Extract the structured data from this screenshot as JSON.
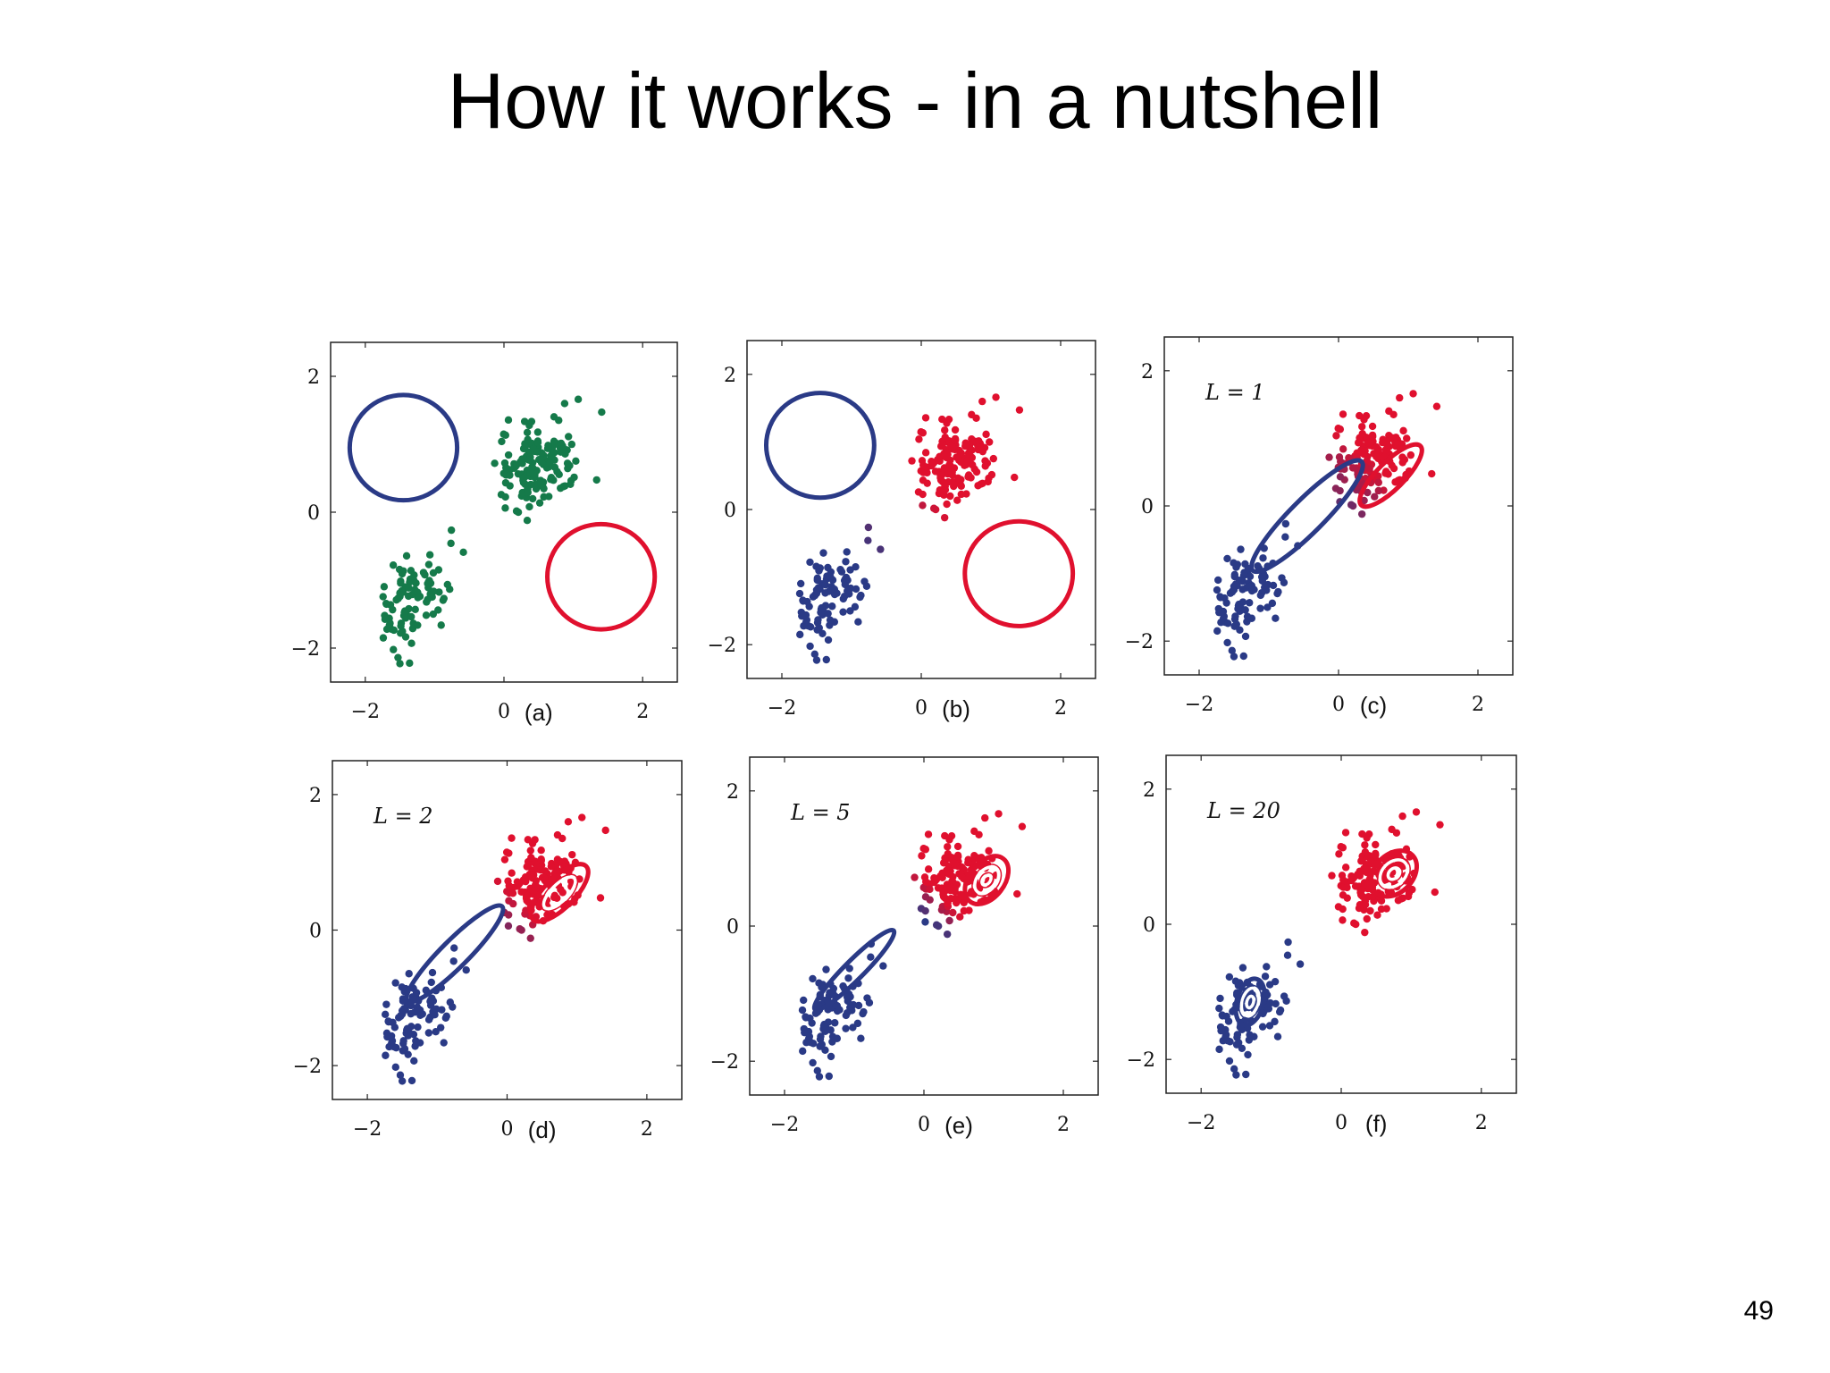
{
  "slide": {
    "title": "How it works - in a nutshell",
    "page_number": "49"
  },
  "colors": {
    "blue": "#2a3a86",
    "red": "#e0102e",
    "green": "#157a4a"
  },
  "chart_data": [
    {
      "type": "scatter",
      "panel_label": "(a)",
      "annotation": "",
      "xlim": [
        -2.5,
        2.5
      ],
      "ylim": [
        -2.5,
        2.5
      ],
      "xticks": [
        "−2",
        "0",
        "2"
      ],
      "yticks": [
        "2",
        "0",
        "−2"
      ],
      "point_color": "green",
      "clusters": [
        {
          "name": "",
          "center": [
            0.55,
            0.7
          ],
          "sx": 0.32,
          "sy": 0.3,
          "rho": 0.3,
          "n": 150
        },
        {
          "name": "",
          "center": [
            -1.3,
            -1.2
          ],
          "sx": 0.25,
          "sy": 0.35,
          "rho": 0.4,
          "n": 95
        }
      ],
      "gaussians": [
        {
          "color": "blue",
          "mean": [
            -1.45,
            0.95
          ],
          "cov": [
            [
              0.6,
              0
            ],
            [
              0,
              0.6
            ]
          ],
          "scales": [
            1
          ]
        },
        {
          "color": "red",
          "mean": [
            1.4,
            -0.95
          ],
          "cov": [
            [
              0.6,
              0
            ],
            [
              0,
              0.6
            ]
          ],
          "scales": [
            1
          ]
        }
      ]
    },
    {
      "type": "scatter",
      "panel_label": "(b)",
      "annotation": "",
      "xlim": [
        -2.5,
        2.5
      ],
      "ylim": [
        -2.5,
        2.5
      ],
      "xticks": [
        "−2",
        "0",
        "2"
      ],
      "yticks": [
        "2",
        "0",
        "−2"
      ],
      "point_color": "mix-b",
      "clusters": [
        {
          "name": "",
          "center": [
            0.55,
            0.7
          ],
          "sx": 0.32,
          "sy": 0.3,
          "rho": 0.3,
          "n": 150
        },
        {
          "name": "",
          "center": [
            -1.3,
            -1.2
          ],
          "sx": 0.25,
          "sy": 0.35,
          "rho": 0.4,
          "n": 95
        }
      ],
      "gaussians": [
        {
          "color": "blue",
          "mean": [
            -1.45,
            0.95
          ],
          "cov": [
            [
              0.6,
              0
            ],
            [
              0,
              0.6
            ]
          ],
          "scales": [
            1
          ]
        },
        {
          "color": "red",
          "mean": [
            1.4,
            -0.95
          ],
          "cov": [
            [
              0.6,
              0
            ],
            [
              0,
              0.6
            ]
          ],
          "scales": [
            1
          ]
        }
      ]
    },
    {
      "type": "scatter",
      "panel_label": "(c)",
      "annotation": "L = 1",
      "xlim": [
        -2.5,
        2.5
      ],
      "ylim": [
        -2.5,
        2.5
      ],
      "xticks": [
        "−2",
        "0",
        "2"
      ],
      "yticks": [
        "2",
        "0",
        "−2"
      ],
      "point_color": "mix-c",
      "clusters": [
        {
          "name": "",
          "center": [
            0.55,
            0.7
          ],
          "sx": 0.32,
          "sy": 0.3,
          "rho": 0.3,
          "n": 150
        },
        {
          "name": "",
          "center": [
            -1.3,
            -1.2
          ],
          "sx": 0.25,
          "sy": 0.35,
          "rho": 0.4,
          "n": 95
        }
      ],
      "gaussians": [
        {
          "color": "blue",
          "mean": [
            -0.45,
            -0.15
          ],
          "cov": [
            [
              0.64,
              0.58
            ],
            [
              0.58,
              0.64
            ]
          ],
          "scales": [
            1
          ]
        },
        {
          "color": "red",
          "mean": [
            0.75,
            0.45
          ],
          "cov": [
            [
              0.2,
              0.16
            ],
            [
              0.16,
              0.2
            ]
          ],
          "scales": [
            1
          ]
        }
      ]
    },
    {
      "type": "scatter",
      "panel_label": "(d)",
      "annotation": "L = 2",
      "xlim": [
        -2.5,
        2.5
      ],
      "ylim": [
        -2.5,
        2.5
      ],
      "xticks": [
        "−2",
        "0",
        "2"
      ],
      "yticks": [
        "2",
        "0",
        "−2"
      ],
      "point_color": "mix-d",
      "clusters": [
        {
          "name": "",
          "center": [
            0.55,
            0.7
          ],
          "sx": 0.32,
          "sy": 0.3,
          "rho": 0.3,
          "n": 150
        },
        {
          "name": "",
          "center": [
            -1.3,
            -1.2
          ],
          "sx": 0.25,
          "sy": 0.35,
          "rho": 0.4,
          "n": 95
        }
      ],
      "gaussians": [
        {
          "color": "blue",
          "mean": [
            -0.75,
            -0.35
          ],
          "cov": [
            [
              0.48,
              0.44
            ],
            [
              0.44,
              0.48
            ]
          ],
          "scales": [
            1
          ]
        },
        {
          "color": "red",
          "mean": [
            0.75,
            0.55
          ],
          "cov": [
            [
              0.17,
              0.12
            ],
            [
              0.12,
              0.17
            ]
          ],
          "scales": [
            1,
            0.55
          ]
        }
      ]
    },
    {
      "type": "scatter",
      "panel_label": "(e)",
      "annotation": "L = 5",
      "xlim": [
        -2.5,
        2.5
      ],
      "ylim": [
        -2.5,
        2.5
      ],
      "xticks": [
        "−2",
        "0",
        "2"
      ],
      "yticks": [
        "2",
        "0",
        "−2"
      ],
      "point_color": "mix-e",
      "clusters": [
        {
          "name": "",
          "center": [
            0.55,
            0.7
          ],
          "sx": 0.32,
          "sy": 0.3,
          "rho": 0.3,
          "n": 150
        },
        {
          "name": "",
          "center": [
            -1.3,
            -1.2
          ],
          "sx": 0.25,
          "sy": 0.35,
          "rho": 0.4,
          "n": 95
        }
      ],
      "gaussians": [
        {
          "color": "blue",
          "mean": [
            -1.0,
            -0.65
          ],
          "cov": [
            [
              0.33,
              0.31
            ],
            [
              0.31,
              0.33
            ]
          ],
          "scales": [
            1
          ]
        },
        {
          "color": "red",
          "mean": [
            0.9,
            0.68
          ],
          "cov": [
            [
              0.1,
              0.04
            ],
            [
              0.04,
              0.12
            ]
          ],
          "scales": [
            1,
            0.55,
            0.2
          ]
        }
      ]
    },
    {
      "type": "scatter",
      "panel_label": "(f)",
      "annotation": "L = 20",
      "xlim": [
        -2.5,
        2.5
      ],
      "ylim": [
        -2.5,
        2.5
      ],
      "xticks": [
        "−2",
        "0",
        "2"
      ],
      "yticks": [
        "2",
        "0",
        "−2"
      ],
      "point_color": "mix-f",
      "clusters": [
        {
          "name": "",
          "center": [
            0.55,
            0.7
          ],
          "sx": 0.32,
          "sy": 0.3,
          "rho": 0.3,
          "n": 150
        },
        {
          "name": "",
          "center": [
            -1.3,
            -1.2
          ],
          "sx": 0.25,
          "sy": 0.35,
          "rho": 0.4,
          "n": 95
        }
      ],
      "gaussians": [
        {
          "color": "blue",
          "mean": [
            -1.3,
            -1.15
          ],
          "cov": [
            [
              0.045,
              0.02
            ],
            [
              0.02,
              0.11
            ]
          ],
          "scales": [
            1,
            0.6,
            0.25
          ]
        },
        {
          "color": "red",
          "mean": [
            0.75,
            0.75
          ],
          "cov": [
            [
              0.11,
              0.03
            ],
            [
              0.03,
              0.11
            ]
          ],
          "scales": [
            1,
            0.6,
            0.25
          ]
        }
      ]
    }
  ]
}
